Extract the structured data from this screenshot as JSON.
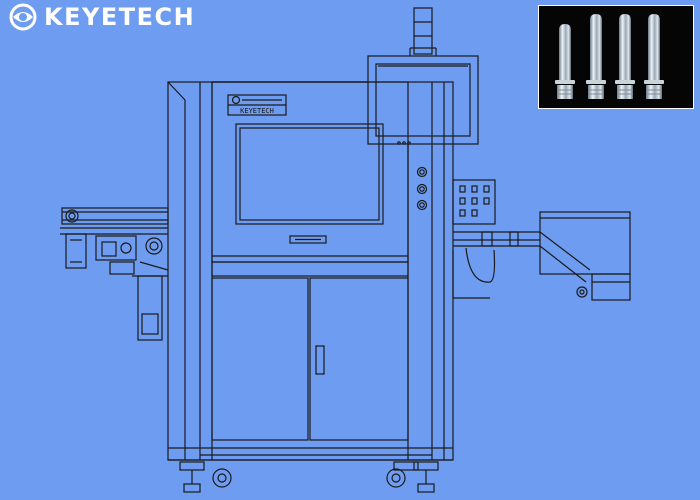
{
  "brand": {
    "name": "KEYETECH",
    "logo_icon": "eye-logo-icon",
    "color": "#ffffff"
  },
  "machine": {
    "nameplate_text": "KEYETECH",
    "line_color": "#1a1a1a",
    "background": "#6e9cf0"
  },
  "inset": {
    "subject": "pet-preform-bottles",
    "count": 4,
    "background": "#050505"
  }
}
